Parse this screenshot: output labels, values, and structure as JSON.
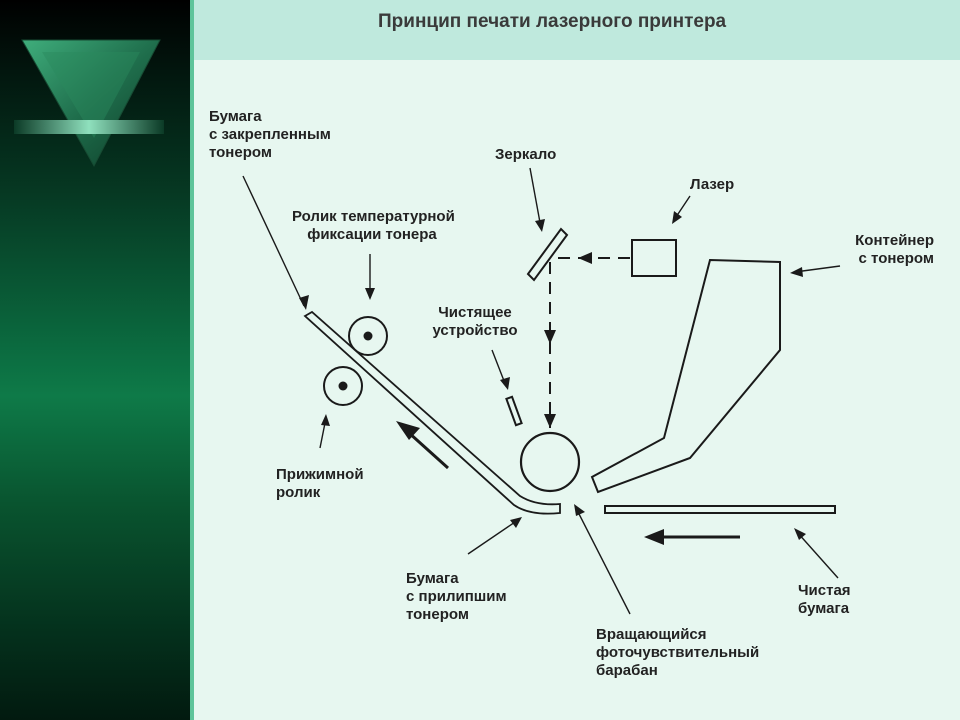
{
  "slide": {
    "title": "Принцип печати лазерного принтера"
  },
  "labels": {
    "paper_fixed_toner": [
      "Бумага",
      "с закрепленным",
      "тонером"
    ],
    "fuser_roller": [
      "Ролик температурной",
      "фиксации тонера"
    ],
    "mirror": [
      "Зеркало"
    ],
    "laser": [
      "Лазер"
    ],
    "toner_container": [
      "Контейнер",
      "с тонером"
    ],
    "cleaning_device": [
      "Чистящее",
      "устройство"
    ],
    "pressure_roller": [
      "Прижимной",
      "ролик"
    ],
    "paper_stuck_toner": [
      "Бумага",
      "с прилипшим",
      "тонером"
    ],
    "rotating_drum": [
      "Вращающийся",
      "фоточувствительный",
      "барабан"
    ],
    "clean_paper": [
      "Чистая",
      "бумага"
    ]
  }
}
